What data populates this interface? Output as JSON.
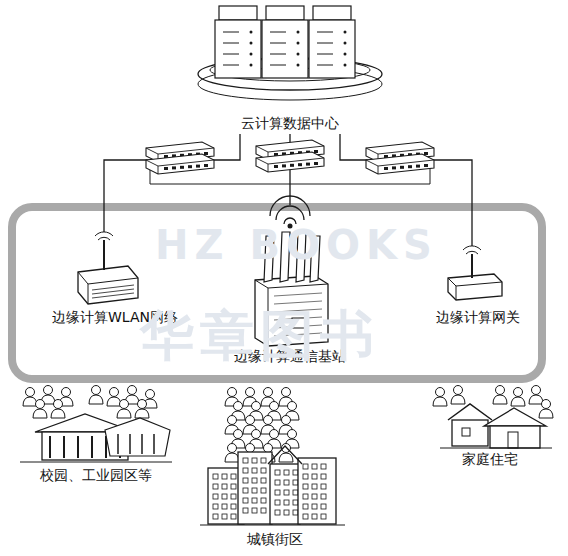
{
  "diagram": {
    "nodes": [
      {
        "text": [
          "云计算数据中心"
        ]
      },
      {
        "text": [
          "边缘计算WLAN网络"
        ]
      },
      {
        "text": [
          "边缘计算通信基站"
        ]
      },
      {
        "text": [
          "边缘计算网关"
        ]
      },
      {
        "text": [
          "校园、工业园区等"
        ]
      },
      {
        "text": [
          "城镇街区"
        ]
      },
      {
        "text": [
          "家庭住宅"
        ]
      }
    ],
    "edges": [
      {
        "from": 0,
        "to": 1,
        "arrow": "none"
      },
      {
        "from": 0,
        "to": 2,
        "arrow": "none"
      },
      {
        "from": 0,
        "to": 3,
        "arrow": "none"
      }
    ],
    "labels": [
      "HZ BOOKS",
      "华章图书"
    ]
  }
}
